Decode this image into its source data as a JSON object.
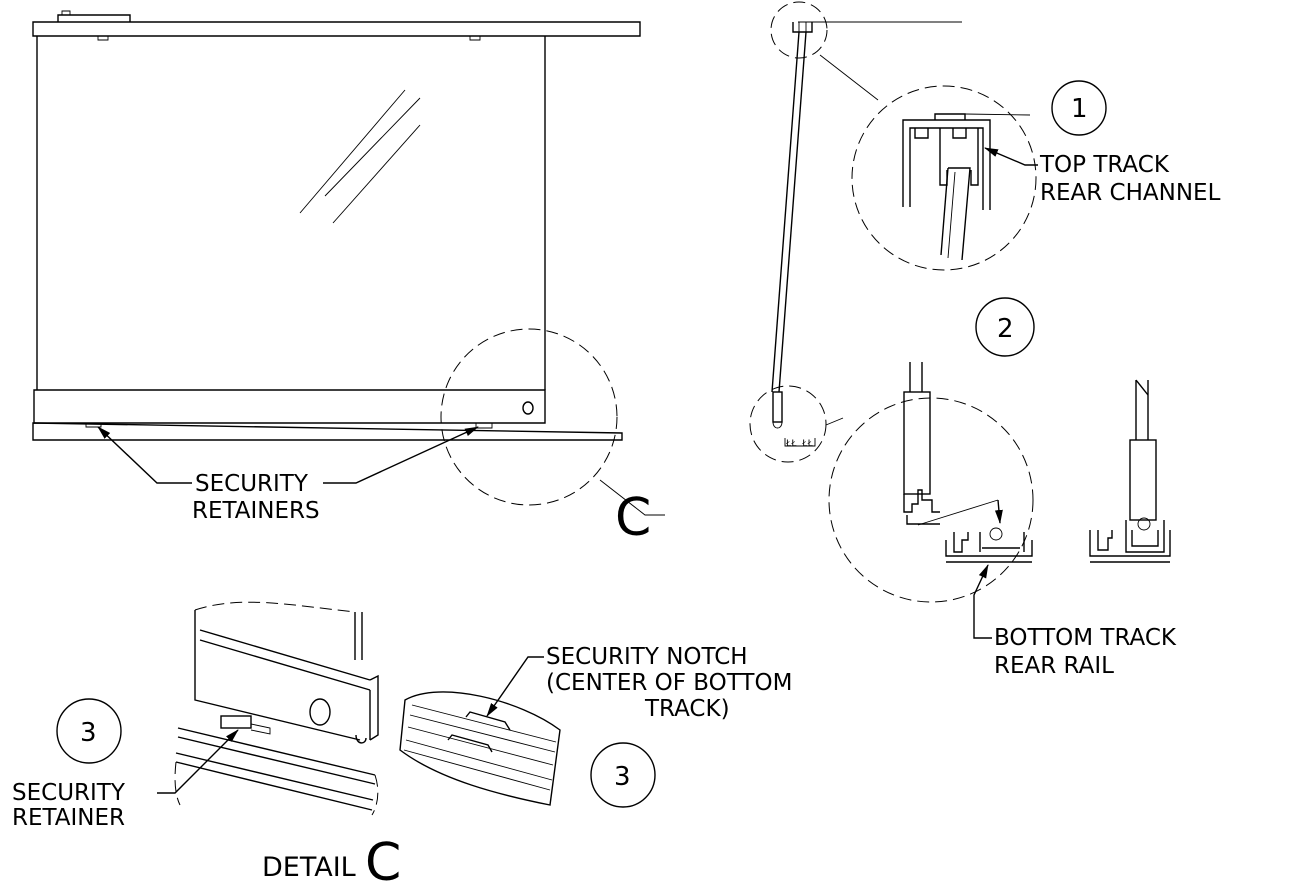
{
  "labels": {
    "security_retainers_1": "SECURITY",
    "security_retainers_2": "RETAINERS",
    "callout_c": "C",
    "callout_1": "1",
    "callout_2": "2",
    "callout_3a": "3",
    "callout_3b": "3",
    "top_track_1": "TOP TRACK",
    "top_track_2": "REAR CHANNEL",
    "bottom_track_1": "BOTTOM TRACK",
    "bottom_track_2": "REAR RAIL",
    "notch_1": "SECURITY NOTCH",
    "notch_2": "(CENTER OF BOTTOM",
    "notch_3": "TRACK)",
    "retainer_1": "SECURITY",
    "retainer_2": "RETAINER",
    "detail_word": "DETAIL",
    "detail_letter": "C"
  }
}
